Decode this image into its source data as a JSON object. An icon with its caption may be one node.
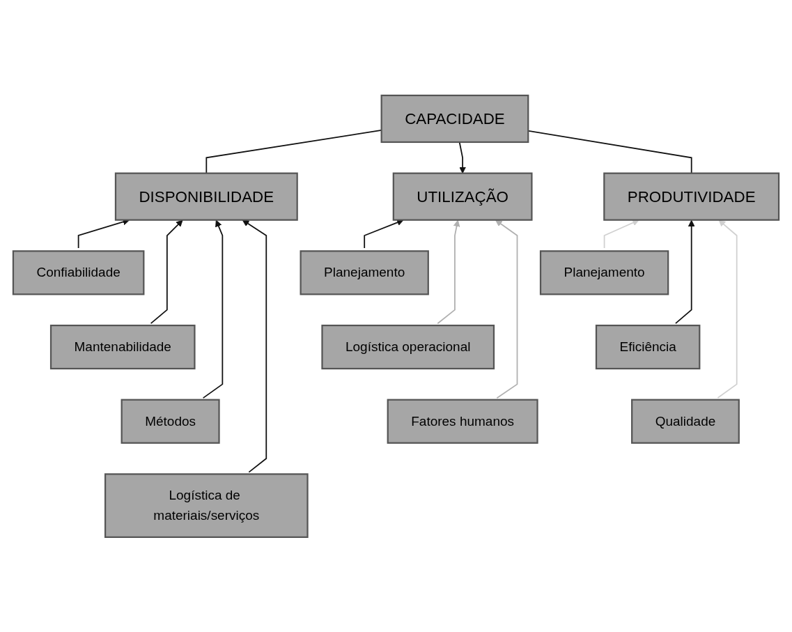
{
  "diagram": {
    "nodes": [
      {
        "text": [
          "CAPACIDADE"
        ]
      },
      {
        "text": [
          "DISPONIBILIDADE"
        ]
      },
      {
        "text": [
          "UTILIZAÇÃO"
        ]
      },
      {
        "text": [
          "PRODUTIVIDADE"
        ]
      },
      {
        "text": [
          "Confiabilidade"
        ]
      },
      {
        "text": [
          "Mantenabilidade"
        ]
      },
      {
        "text": [
          "Métodos"
        ]
      },
      {
        "text": [
          "Logística de materiais/serviços"
        ]
      },
      {
        "text": [
          "Planejamento"
        ]
      },
      {
        "text": [
          "Logística operacional"
        ]
      },
      {
        "text": [
          "Fatores humanos"
        ]
      },
      {
        "text": [
          "Planejamento"
        ]
      },
      {
        "text": [
          "Eficiência"
        ]
      },
      {
        "text": [
          "Qualidade"
        ]
      }
    ],
    "edges": [
      {
        "from": 0,
        "to": 1,
        "arrow": "none"
      },
      {
        "from": 0,
        "to": 2,
        "arrow": "to"
      },
      {
        "from": 0,
        "to": 3,
        "arrow": "none"
      },
      {
        "from": 4,
        "to": 1,
        "arrow": "to"
      },
      {
        "from": 5,
        "to": 1,
        "arrow": "to"
      },
      {
        "from": 6,
        "to": 1,
        "arrow": "to"
      },
      {
        "from": 7,
        "to": 1,
        "arrow": "to"
      },
      {
        "from": 8,
        "to": 2,
        "arrow": "to"
      },
      {
        "from": 9,
        "to": 2,
        "arrow": "to",
        "color": "#b0b0b0"
      },
      {
        "from": 10,
        "to": 2,
        "arrow": "to",
        "color": "#b0b0b0"
      },
      {
        "from": 11,
        "to": 3,
        "arrow": "to",
        "color": "#d0d0d0"
      },
      {
        "from": 12,
        "to": 3,
        "arrow": "to"
      },
      {
        "from": 13,
        "to": 3,
        "arrow": "to",
        "color": "#d0d0d0"
      }
    ]
  }
}
